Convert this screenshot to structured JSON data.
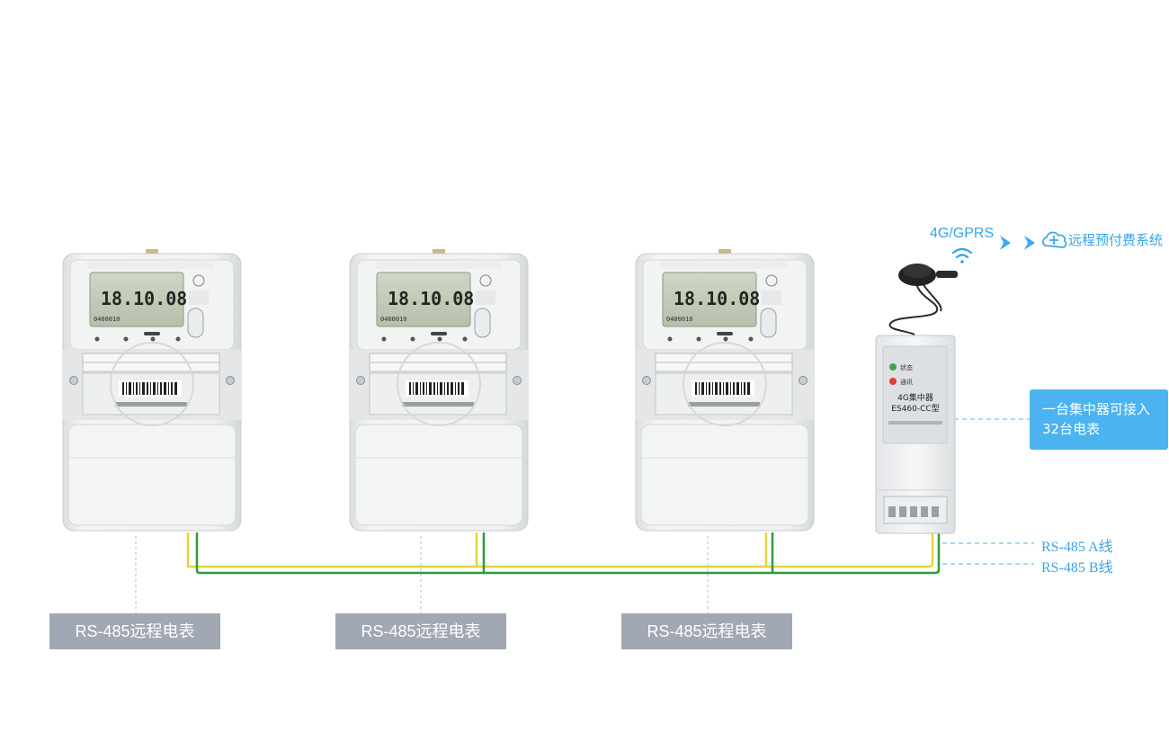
{
  "meters": [
    {
      "label": "RS-485远程电表"
    },
    {
      "label": "RS-485远程电表"
    },
    {
      "label": "RS-485远程电表"
    }
  ],
  "concentrator": {
    "status_led": "状态",
    "comm_led": "通讯",
    "name": "4G集中器",
    "model": "ES460-CC型"
  },
  "network": {
    "gprs_label": "4G/GPRS",
    "remote_system": "远程预付费系统"
  },
  "callout": {
    "line1": "一台集中器可接入",
    "line2": "32台电表"
  },
  "bus": {
    "line_a": "RS-485 A线",
    "line_b": "RS-485 B线"
  },
  "colors": {
    "wire_a": "#e2d53a",
    "wire_b": "#2e9a3e",
    "accent": "#35a4ea",
    "label_bg": "#a1a7b3"
  }
}
